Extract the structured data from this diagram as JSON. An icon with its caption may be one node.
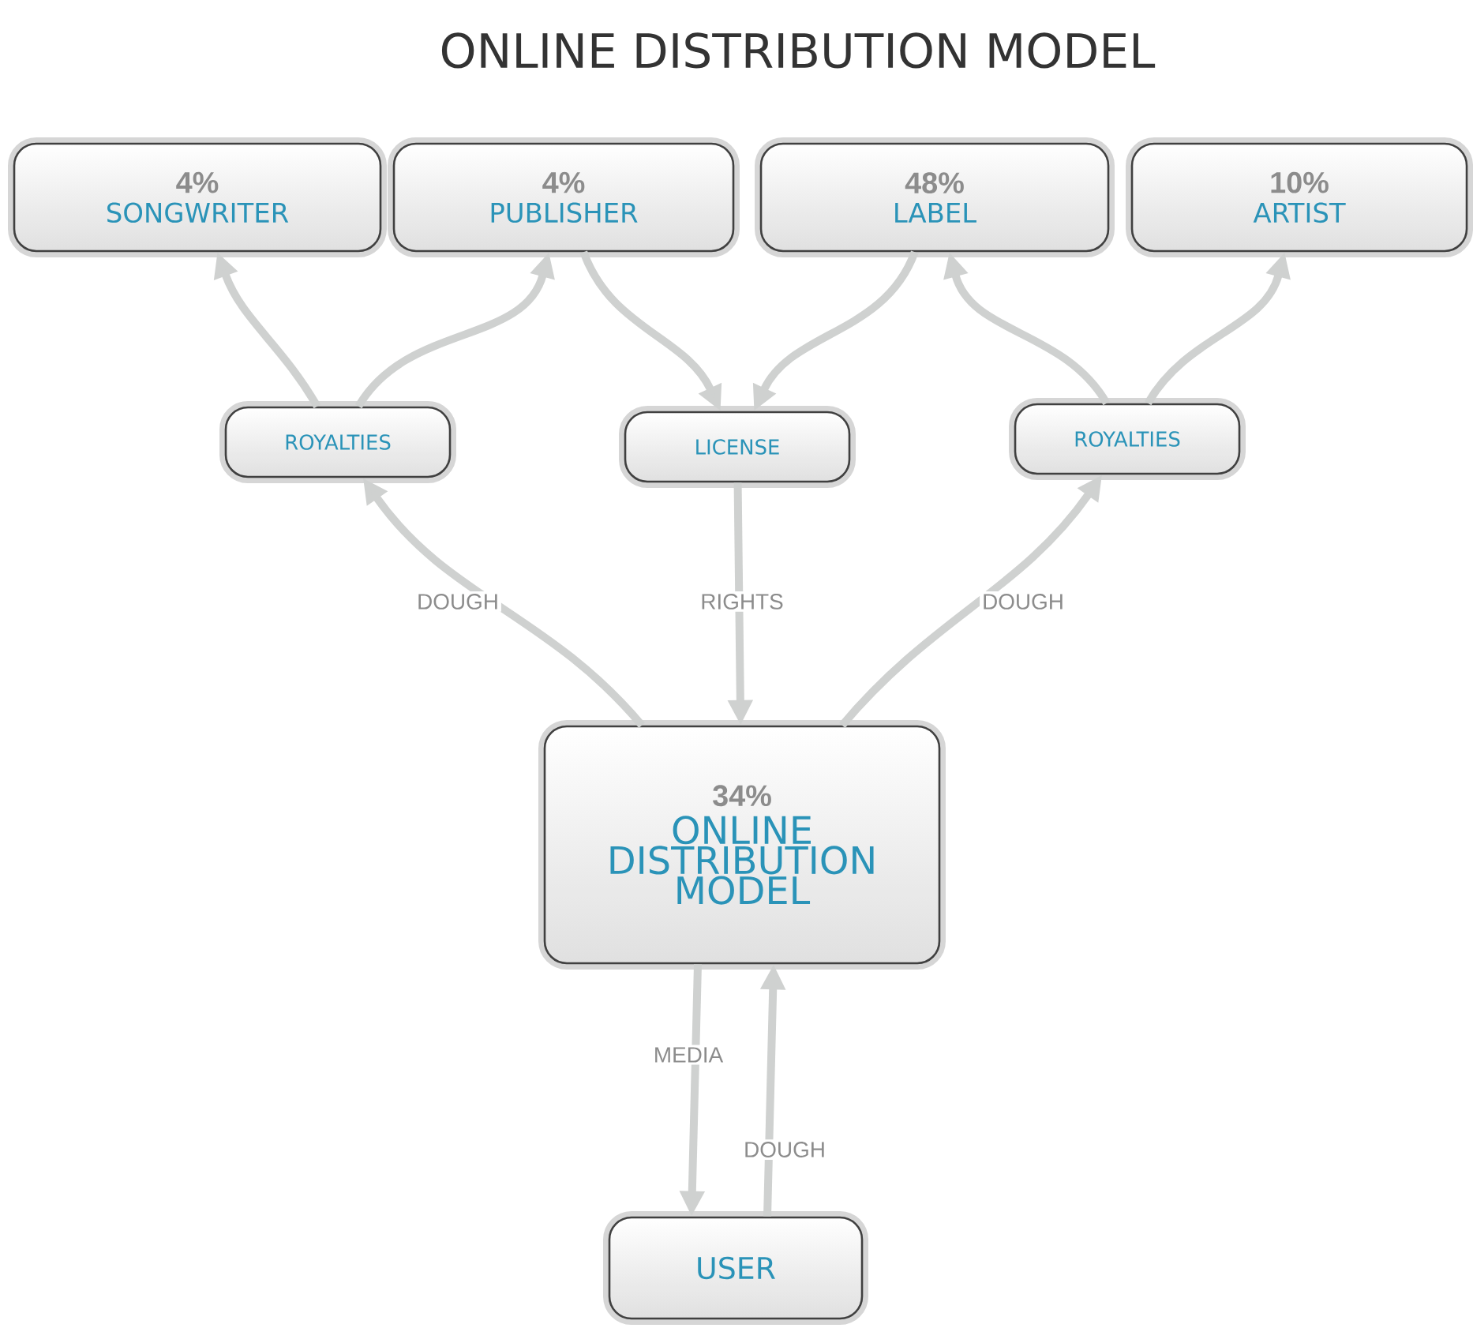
{
  "diagram": {
    "title": "ONLINE DISTRIBUTION MODEL",
    "nodes": [
      {
        "text": [
          "4%",
          "SONGWRITER"
        ]
      },
      {
        "text": [
          "4%",
          "PUBLISHER"
        ]
      },
      {
        "text": [
          "48%",
          "LABEL"
        ]
      },
      {
        "text": [
          "10%",
          "ARTIST"
        ]
      },
      {
        "text": [
          "ROYALTIES"
        ]
      },
      {
        "text": [
          "LICENSE"
        ]
      },
      {
        "text": [
          "ROYALTIES"
        ]
      },
      {
        "text": [
          "34%",
          "ONLINE DISTRIBUTION MODEL"
        ]
      },
      {
        "text": [
          "USER"
        ]
      }
    ],
    "edges": [
      {
        "from": 4,
        "to": 0,
        "arrow": "to"
      },
      {
        "from": 4,
        "to": 1,
        "arrow": "to"
      },
      {
        "from": 1,
        "to": 5,
        "arrow": "to"
      },
      {
        "from": 2,
        "to": 5,
        "arrow": "to"
      },
      {
        "from": 6,
        "to": 2,
        "arrow": "to"
      },
      {
        "from": 6,
        "to": 3,
        "arrow": "to"
      },
      {
        "from": 7,
        "to": 4,
        "arrow": "to",
        "label": "DOUGH"
      },
      {
        "from": 5,
        "to": 7,
        "arrow": "to",
        "label": "RIGHTS"
      },
      {
        "from": 7,
        "to": 6,
        "arrow": "to",
        "label": "DOUGH"
      },
      {
        "from": 7,
        "to": 8,
        "arrow": "to",
        "label": "MEDIA"
      },
      {
        "from": 8,
        "to": 7,
        "arrow": "to",
        "label": "DOUGH"
      }
    ]
  }
}
